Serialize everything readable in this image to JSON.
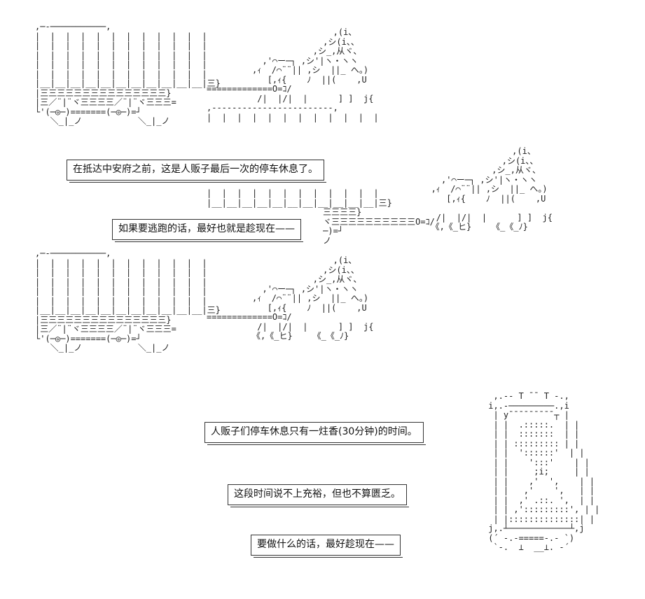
{
  "captions": {
    "c1": "在抵达中安府之前，这是人贩子最后一次的停车休息了。",
    "c2": "如果要逃跑的话，最好也就是趁现在——",
    "c3": "人贩子们停车休息只有一炷香(30分钟)的时间。",
    "c4": "这段时间说不上充裕，但也不算匮乏。",
    "c5": "要做什么的话，最好趁现在——"
  }
}
